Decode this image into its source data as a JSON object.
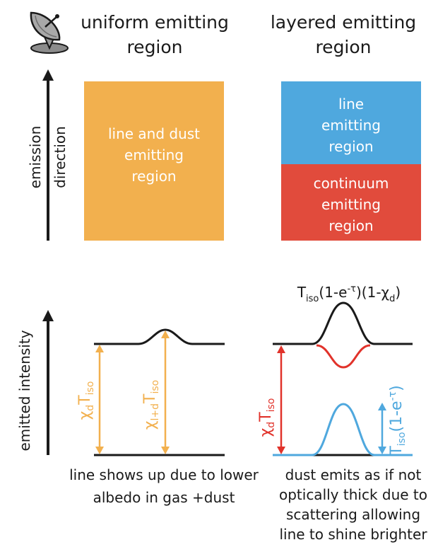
{
  "titles": {
    "uniform": [
      "uniform emitting",
      "region"
    ],
    "layered": [
      "layered emitting",
      "region"
    ]
  },
  "icon": "satellite-dish-icon",
  "emission_axis": {
    "line1": "emission",
    "line2": "direction"
  },
  "boxes": {
    "uniform": {
      "lines": [
        "line and dust",
        "emitting",
        "region"
      ],
      "color": "#F2B04E"
    },
    "line_region": {
      "lines": [
        "line",
        "emitting",
        "region"
      ],
      "color": "#4FA8DE"
    },
    "continuum_region": {
      "lines": [
        "continuum",
        "emitting",
        "region"
      ],
      "color": "#E14B3C"
    }
  },
  "intensity_axis": {
    "label": "emitted intensity"
  },
  "formula": {
    "T": "T",
    "sub": "iso",
    "rest_a": "(1-e",
    "sup": "-τ",
    "rest_b": ")(1-χ",
    "sub2": "d",
    "rest_c": ")"
  },
  "labels": {
    "xd_tiso": {
      "chi": "χ",
      "d": "d",
      "T": "T",
      "iso": "iso",
      "color": "#F2B04E"
    },
    "xld_tiso": {
      "chi": "χ",
      "ld": "l+d",
      "T": "T",
      "iso": "iso",
      "color": "#F2B04E"
    },
    "red_xd_tiso": {
      "chi": "χ",
      "d": "d",
      "T": "T",
      "iso": "iso",
      "color": "#E1322A"
    },
    "blue_tiso": {
      "T": "T",
      "iso": "iso",
      "rest": "(1-e",
      "sup": "-τ",
      "close": ")",
      "color": "#4FA8DE"
    }
  },
  "captions": {
    "left": [
      "line shows up due to lower",
      "albedo in gas +dust"
    ],
    "right": [
      "dust emits as if not",
      "optically thick due to",
      "scattering allowing",
      "line to shine brighter"
    ]
  },
  "colors": {
    "ink": "#1a1a1a",
    "orange": "#F2B04E",
    "red": "#E1322A",
    "blue": "#4FA8DE"
  }
}
